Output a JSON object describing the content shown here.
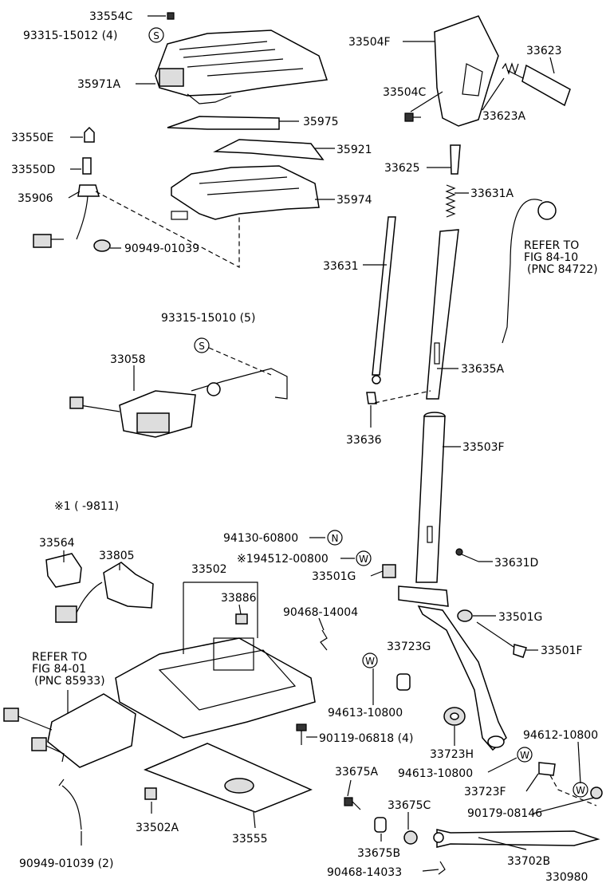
{
  "labels": {
    "p33554C": "33554C",
    "p93315_15012": "93315-15012 (4)",
    "p35971A": "35971A",
    "p35975": "35975",
    "p35921": "35921",
    "p35974": "35974",
    "p33550E": "33550E",
    "p33550D": "33550D",
    "p35906": "35906",
    "p90949_01039": "90949-01039",
    "p33504F": "33504F",
    "p33623": "33623",
    "p33504C": "33504C",
    "p33623A": "33623A",
    "p33625": "33625",
    "p33631A": "33631A",
    "p33631": "33631",
    "refer1a": "REFER TO",
    "refer1b": "FIG 84-10",
    "refer1c": "(PNC 84722)",
    "p33635A": "33635A",
    "p33636": "33636",
    "p93315_15010": "93315-15010 (5)",
    "p33058": "33058",
    "p33503F": "33503F",
    "note1": "※1 (      -9811)",
    "p94130_60800": "94130-60800",
    "p194512_00800": "※194512-00800",
    "p33564": "33564",
    "p33805": "33805",
    "p33502": "33502",
    "p33501G_a": "33501G",
    "p33631D": "33631D",
    "p33886": "33886",
    "p90468_14004": "90468-14004",
    "p33501G_b": "33501G",
    "p33723G": "33723G",
    "p33501F": "33501F",
    "refer2a": "REFER TO",
    "refer2b": "FIG 84-01",
    "refer2c": "(PNC 85933)",
    "p94613_10800_a": "94613-10800",
    "p90119_06818": "90119-06818 (4)",
    "p33723H": "33723H",
    "p94612_10800": "94612-10800",
    "p33675A": "33675A",
    "p94613_10800_b": "94613-10800",
    "p33723F": "33723F",
    "p33675C": "33675C",
    "p90179_08146": "90179-08146",
    "p33502A": "33502A",
    "p33555": "33555",
    "p90949_01039_2": "90949-01039 (2)",
    "p33675B": "33675B",
    "p33702B": "33702B",
    "p90468_14033": "90468-14033",
    "fig_no": "330980"
  },
  "symbols": {
    "s": "S",
    "n": "N",
    "w": "W"
  }
}
